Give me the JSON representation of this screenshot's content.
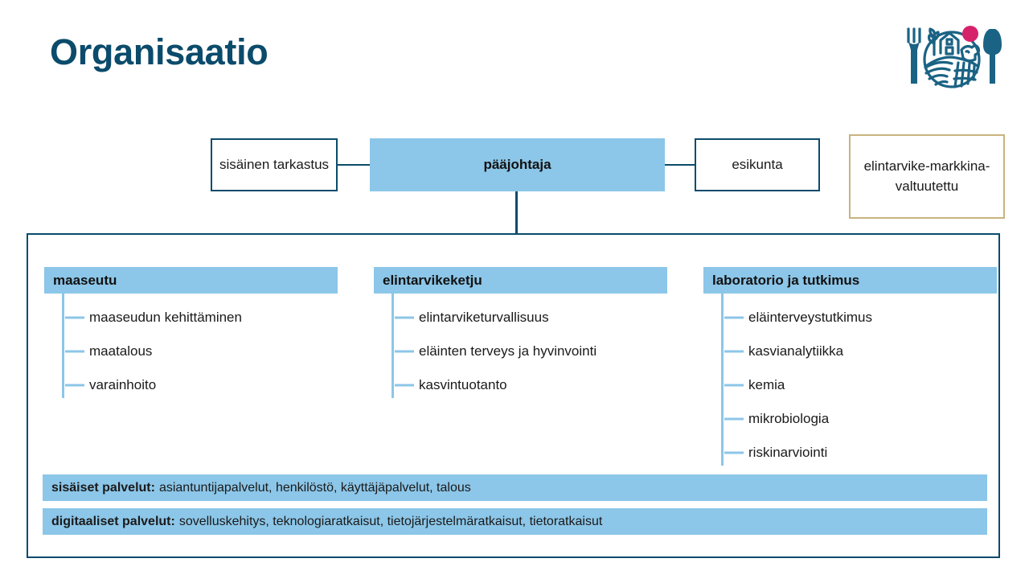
{
  "page": {
    "title": "Organisaatio",
    "title_color": "#0B4B6B"
  },
  "logo": {
    "name": "food-authority-logo",
    "accent_color": "#D6216B",
    "line_color": "#1B6384"
  },
  "colors": {
    "light_blue": "#8CC6E8",
    "dark_teal": "#0B4B6B",
    "tan": "#C9B47E"
  },
  "top_row": {
    "internal_audit": "sisäinen tarkastus",
    "director_general": "pääjohtaja",
    "staff_unit": "esikunta",
    "ombudsman": "elintarvike-markkina-valtuutettu"
  },
  "columns": [
    {
      "header": "maaseutu",
      "items": [
        "maaseudun kehittäminen",
        "maatalous",
        "varainhoito"
      ]
    },
    {
      "header": "elintarvikeketju",
      "items": [
        "elintarviketurvallisuus",
        "eläinten terveys ja hyvinvointi",
        "kasvintuotanto"
      ]
    },
    {
      "header": "laboratorio ja tutkimus",
      "items": [
        "eläinterveystutkimus",
        "kasvianalytiikka",
        "kemia",
        "mikrobiologia",
        "riskinarviointi"
      ]
    }
  ],
  "service_bars": [
    {
      "label": "sisäiset palvelut:",
      "value": "asiantuntijapalvelut, henkilöstö, käyttäjäpalvelut, talous"
    },
    {
      "label": "digitaaliset palvelut:",
      "value": "sovelluskehitys, teknologiaratkaisut, tietojärjestelmäratkaisut, tietoratkaisut"
    }
  ]
}
